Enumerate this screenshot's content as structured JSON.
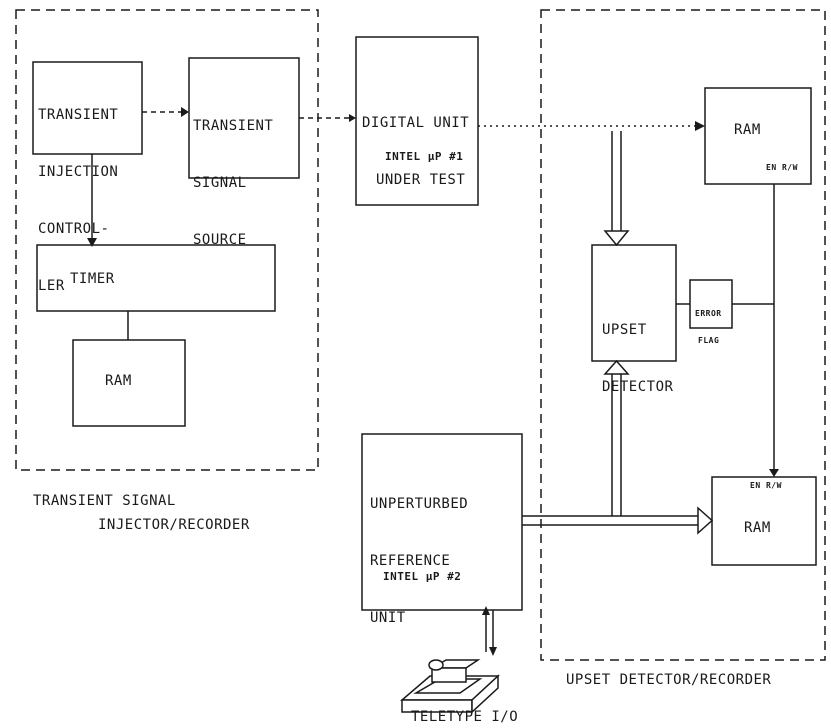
{
  "injector": {
    "controller": [
      "TRANSIENT",
      "INJECTION",
      "CONTROL-",
      "LER"
    ],
    "source": [
      "TRANSIENT",
      "SIGNAL",
      "SOURCE"
    ],
    "timer": "TIMER",
    "ram": "RAM",
    "caption_line1": "TRANSIENT SIGNAL",
    "caption_line2": "INJECTOR/RECORDER"
  },
  "dut": {
    "title": [
      "DIGITAL UNIT",
      "UNDER TEST"
    ],
    "cpu": "INTEL µP #1"
  },
  "reference": {
    "title": [
      "UNPERTURBED",
      "REFERENCE",
      "UNIT"
    ],
    "cpu": "INTEL µP #2"
  },
  "detector": {
    "ram_top": "RAM",
    "ram_top_pins": "EN R/W",
    "upset": [
      "UPSET",
      "DETECTOR"
    ],
    "error_flag": [
      "ERROR",
      "FLAG"
    ],
    "ram_bottom": "RAM",
    "ram_bottom_pins": "EN R/W",
    "caption": "UPSET DETECTOR/RECORDER"
  },
  "teletype": "TELETYPE I/O"
}
